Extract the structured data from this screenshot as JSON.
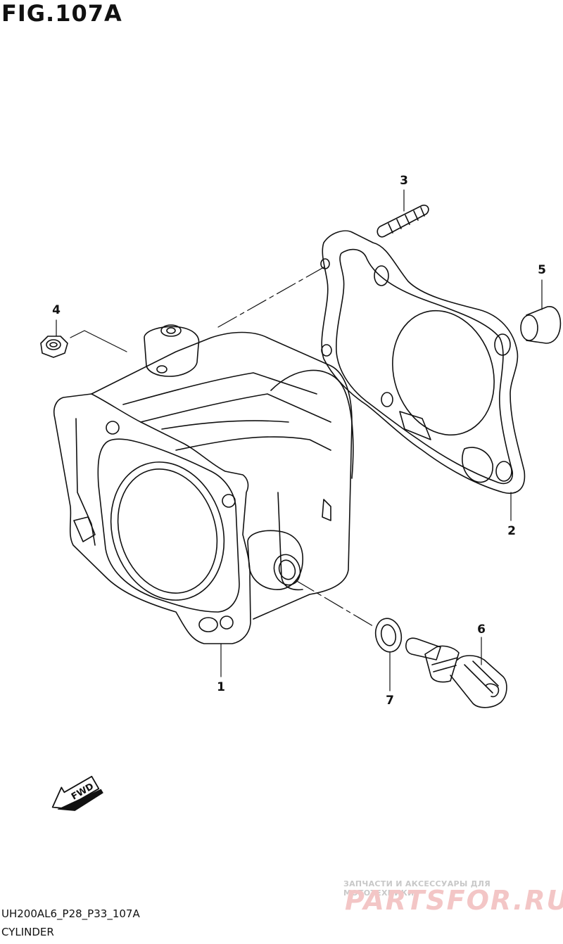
{
  "figure": {
    "title": "FIG.107A"
  },
  "callouts": [
    "1",
    "2",
    "3",
    "4",
    "5",
    "6",
    "7"
  ],
  "fwd_label": "FWD",
  "footer": {
    "code": "UH200AL6_P28_P33_107A",
    "name": "CYLINDER"
  },
  "watermark": {
    "tagline": "ЗАПЧАСТИ И АКСЕССУАРЫ ДЛЯ МОТОТЕХНИКИ",
    "logo": "PARTSFOR.RU"
  },
  "colors": {
    "line": "#111111",
    "watermark_logo": "#f3c6c6",
    "watermark_text": "#c8c8c8"
  }
}
